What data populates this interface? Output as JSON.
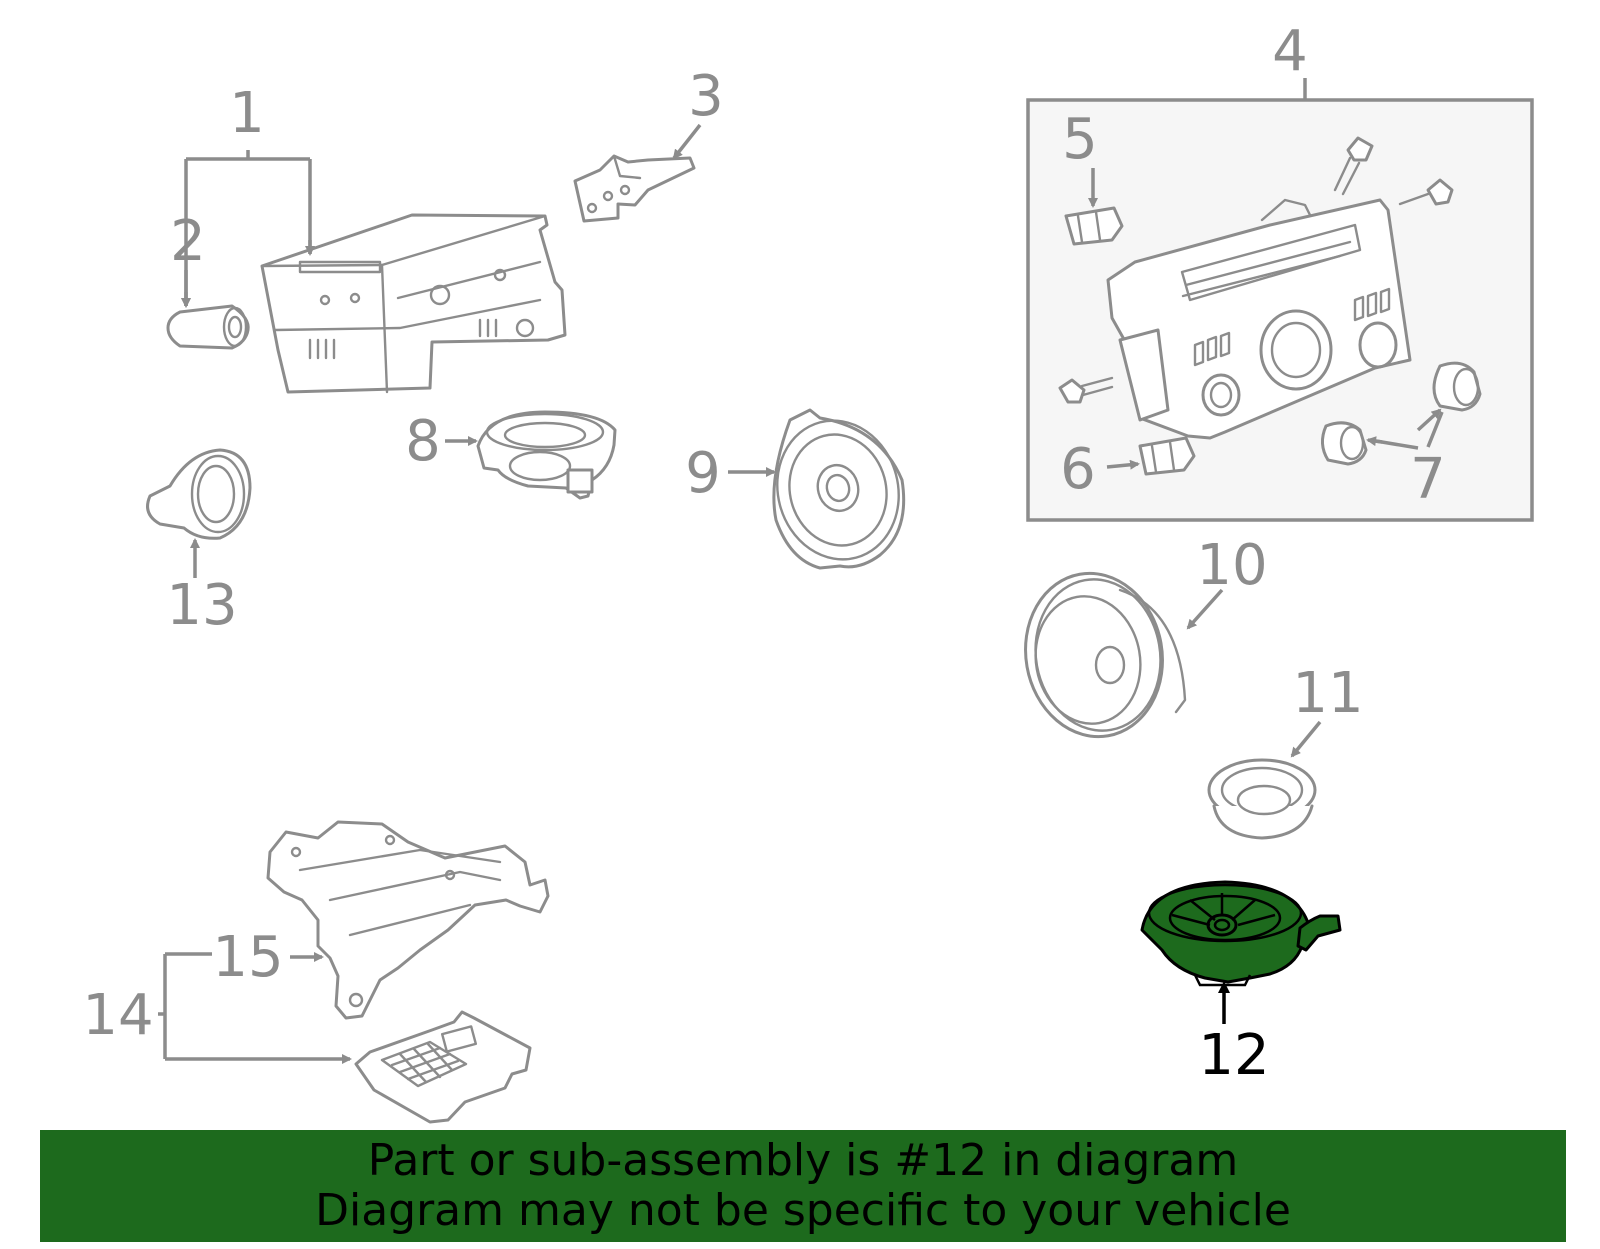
{
  "callouts": [
    {
      "id": "1",
      "label": "1"
    },
    {
      "id": "2",
      "label": "2"
    },
    {
      "id": "3",
      "label": "3"
    },
    {
      "id": "4",
      "label": "4"
    },
    {
      "id": "5",
      "label": "5"
    },
    {
      "id": "6",
      "label": "6"
    },
    {
      "id": "7",
      "label": "7"
    },
    {
      "id": "8",
      "label": "8"
    },
    {
      "id": "9",
      "label": "9"
    },
    {
      "id": "10",
      "label": "10"
    },
    {
      "id": "11",
      "label": "11"
    },
    {
      "id": "12",
      "label": "12"
    },
    {
      "id": "13",
      "label": "13"
    },
    {
      "id": "14",
      "label": "14"
    },
    {
      "id": "15",
      "label": "15"
    }
  ],
  "highlighted_part": "12",
  "colors": {
    "highlight": "#1d6a1d",
    "banner": "#1d6a1d",
    "line_art": "#8c8c8c",
    "panel_fill": "#f6f6f6"
  },
  "banner": {
    "line1": "Part or sub-assembly is #12 in diagram",
    "line2": "Diagram may not be specific to your vehicle"
  }
}
